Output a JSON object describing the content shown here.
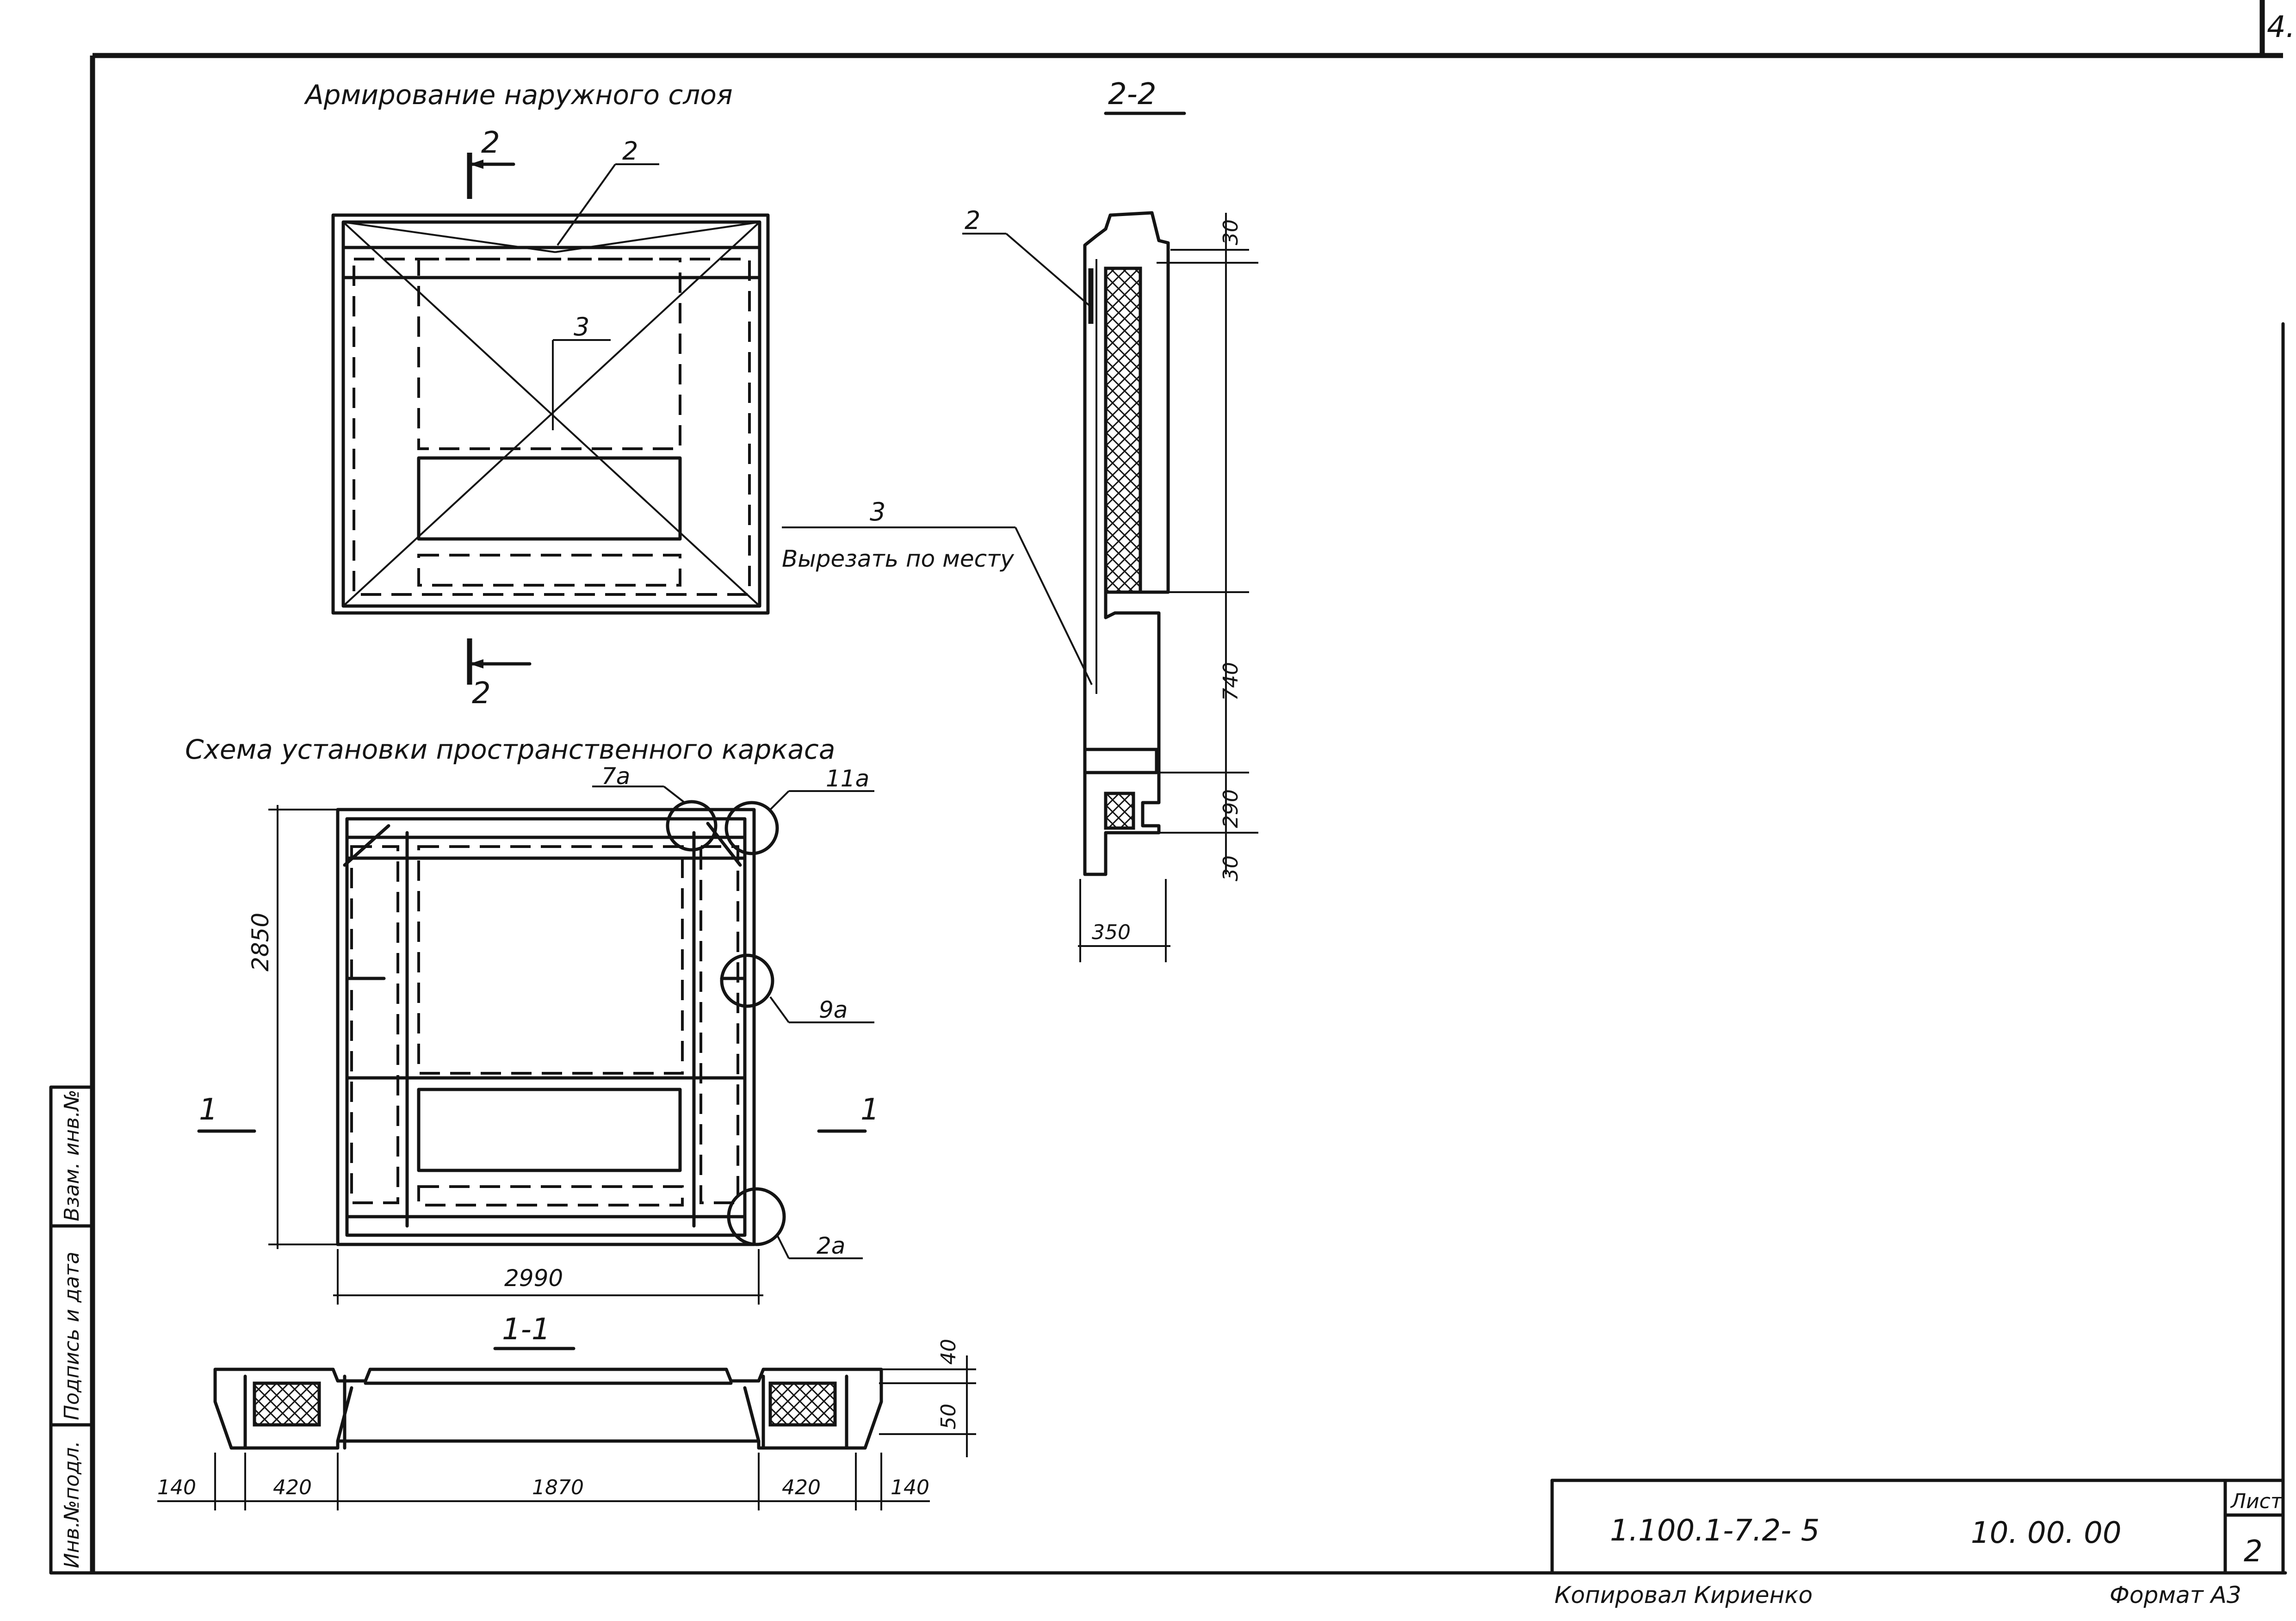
{
  "sheet_corner": "4.",
  "views": {
    "outer_layer": {
      "title": "Армирование наружного слоя",
      "cut_mark_top": "2",
      "cut_mark_bottom": "2",
      "callout_2": "2",
      "callout_3": "3"
    },
    "section_2_2": {
      "title": "2-2",
      "callout_2": "2",
      "callout_3": "3",
      "note": "Вырезать по месту",
      "dims": [
        "30",
        "740",
        "290",
        "30",
        "350"
      ]
    },
    "frame_scheme": {
      "title": "Схема установки пространственного каркаса",
      "node_7a": "7а",
      "node_11a": "11а",
      "node_9a": "9а",
      "node_2a": "2а",
      "dim_height": "2850",
      "dim_width": "2990",
      "cut_left": "1",
      "cut_right": "1"
    },
    "section_1_1": {
      "title": "1-1",
      "dims_bottom": [
        "140",
        "420",
        "1870",
        "420",
        "140"
      ],
      "dims_right": [
        "40",
        "50"
      ]
    }
  },
  "side_stamp": [
    "Взам. инв.№",
    "Подпись и дата",
    "Инв.№подл."
  ],
  "title_block": {
    "doc_code": "1.100.1-7.2- 5",
    "mark": "10. 00. 00",
    "sheet_label": "Лист",
    "sheet_no": "2",
    "copied_by": "Копировал Кириенко",
    "format": "Формат А3"
  }
}
